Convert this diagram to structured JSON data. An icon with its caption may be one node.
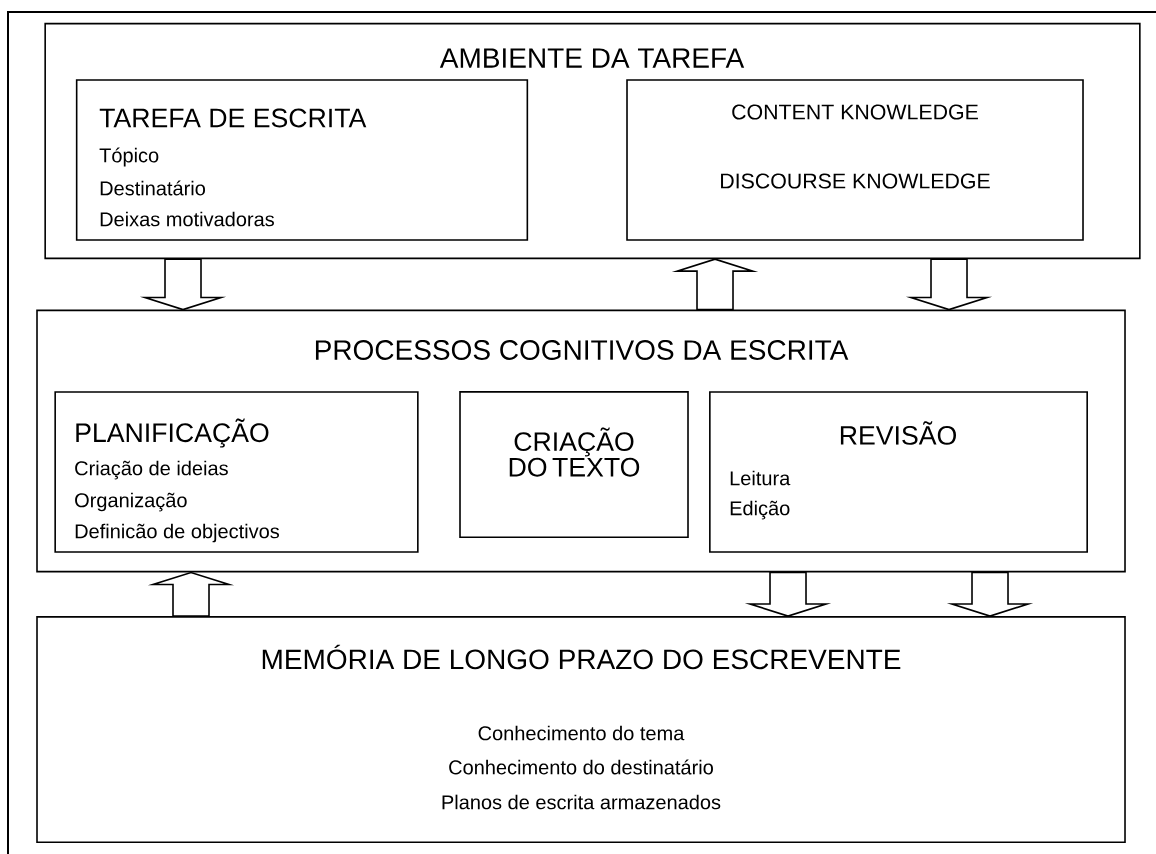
{
  "diagram": {
    "nodes": [
      {
        "text": [
          "AMBIENTE DA TAREFA"
        ]
      },
      {
        "text": [
          "TAREFA DE ESCRITA",
          "Tópico",
          "Destinatário",
          "Deixas motivadoras"
        ],
        "in": 0
      },
      {
        "text": [
          "CONTENT KNOWLEDGE",
          "DISCOURSE KNOWLEDGE"
        ],
        "in": 0
      },
      {
        "text": [
          "PROCESSOS COGNITIVOS DA ESCRITA"
        ]
      },
      {
        "text": [
          "PLANIFICAÇÃO",
          "Criação de ideias",
          "Organização",
          "Definicão de objectivos"
        ],
        "in": 3
      },
      {
        "text": [
          "CRIAÇÃO DO TEXTO"
        ],
        "in": 3
      },
      {
        "text": [
          "REVISÃO",
          "Leitura",
          "Edição"
        ],
        "in": 3
      },
      {
        "text": [
          "MEMÓRIA DE LONGO PRAZO DO ESCREVENTE",
          "Conhecimento do tema",
          "Conhecimento do destinatário",
          "Planos de escrita armazenados"
        ]
      }
    ],
    "edges": [
      {
        "from": 0,
        "to": 3,
        "arrow": "to"
      },
      {
        "from": 3,
        "to": 0,
        "arrow": "to"
      },
      {
        "from": 0,
        "to": 3,
        "arrow": "to"
      },
      {
        "from": 7,
        "to": 3,
        "arrow": "to"
      },
      {
        "from": 3,
        "to": 7,
        "arrow": "to"
      },
      {
        "from": 3,
        "to": 7,
        "arrow": "to"
      }
    ]
  }
}
